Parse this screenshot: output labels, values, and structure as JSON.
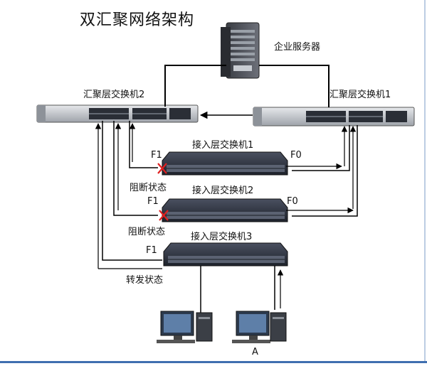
{
  "diagram": {
    "title": "双汇聚网络架构",
    "server_label": "企业服务器",
    "agg_switch_left_label": "汇聚层交换机2",
    "agg_switch_right_label": "汇聚层交换机1",
    "access_switch_1_label": "接入层交换机1",
    "access_switch_2_label": "接入层交换机2",
    "access_switch_3_label": "接入层交换机3",
    "port_f1_label": "F1",
    "port_f0_label": "F0",
    "blocked_state_label": "阻断状态",
    "forwarding_state_label": "转发状态",
    "host_label": "A"
  },
  "colors": {
    "line": "#000000",
    "block_mark": "#e02020",
    "accent_rule": "#3f6fb0",
    "switch_body": "#2b2f3a",
    "agg_switch_body": "#c9ccd1"
  }
}
